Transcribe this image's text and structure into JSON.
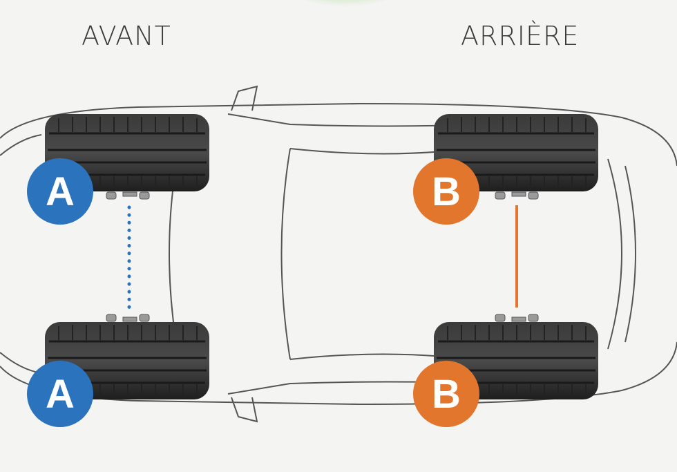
{
  "labels": {
    "front": "AVANT",
    "rear": "ARRIÈRE"
  },
  "badges": {
    "front": {
      "letter": "A",
      "color": "#2b74bd"
    },
    "rear": {
      "letter": "B",
      "color": "#e2762c"
    }
  }
}
